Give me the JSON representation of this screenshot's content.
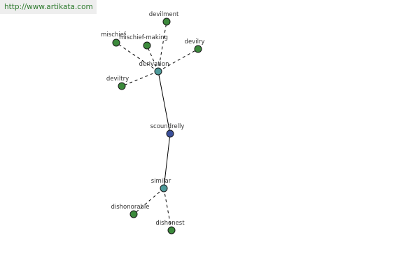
{
  "site": {
    "url": "http://www.artikata.com"
  },
  "colors": {
    "root": "#3a4f9a",
    "hub": "#4d9a9a",
    "leaf": "#3c8a3c",
    "url_text": "#2d7a2d"
  },
  "graph": {
    "nodes": [
      {
        "id": "scoundrelly",
        "label": "scoundrelly",
        "kind": "root"
      },
      {
        "id": "derivation",
        "label": "derivation",
        "kind": "hub"
      },
      {
        "id": "similar",
        "label": "similar",
        "kind": "hub"
      },
      {
        "id": "devilment",
        "label": "devilment",
        "kind": "leaf"
      },
      {
        "id": "mischief",
        "label": "mischief",
        "kind": "leaf"
      },
      {
        "id": "mischief-making",
        "label": "mischief-making",
        "kind": "leaf"
      },
      {
        "id": "devilry",
        "label": "devilry",
        "kind": "leaf"
      },
      {
        "id": "deviltry",
        "label": "deviltry",
        "kind": "leaf"
      },
      {
        "id": "dishonorable",
        "label": "dishonorable",
        "kind": "leaf"
      },
      {
        "id": "dishonest",
        "label": "dishonest",
        "kind": "leaf"
      }
    ],
    "edges": [
      {
        "from": "scoundrelly",
        "to": "derivation",
        "style": "solid"
      },
      {
        "from": "scoundrelly",
        "to": "similar",
        "style": "solid"
      },
      {
        "from": "derivation",
        "to": "devilment",
        "style": "dashed"
      },
      {
        "from": "derivation",
        "to": "mischief",
        "style": "dashed"
      },
      {
        "from": "derivation",
        "to": "mischief-making",
        "style": "dashed"
      },
      {
        "from": "derivation",
        "to": "devilry",
        "style": "dashed"
      },
      {
        "from": "derivation",
        "to": "deviltry",
        "style": "dashed"
      },
      {
        "from": "similar",
        "to": "dishonorable",
        "style": "dashed"
      },
      {
        "from": "similar",
        "to": "dishonest",
        "style": "dashed"
      }
    ]
  }
}
